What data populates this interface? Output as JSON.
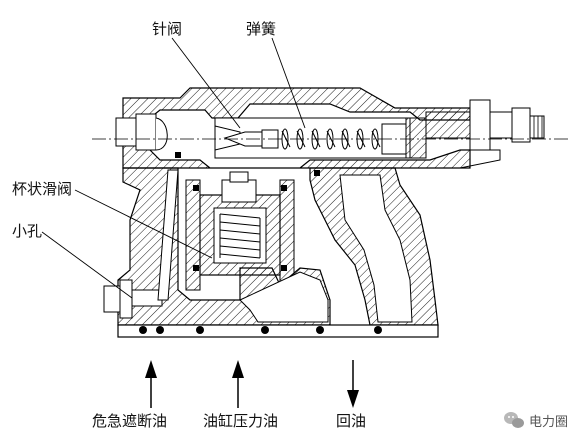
{
  "labels": {
    "needle_valve": "针阀",
    "spring": "弹簧",
    "cup_slide_valve": "杯状滑阀",
    "small_hole": "小孔",
    "emergency_cutoff_oil": "危急遮断油",
    "cylinder_pressure_oil": "油缸压力油",
    "return_oil": "回油"
  },
  "watermark": {
    "text": "电力圈",
    "icon": "wechat-icon"
  },
  "colors": {
    "line": "#000000",
    "hatch": "#000000",
    "background": "#ffffff"
  }
}
